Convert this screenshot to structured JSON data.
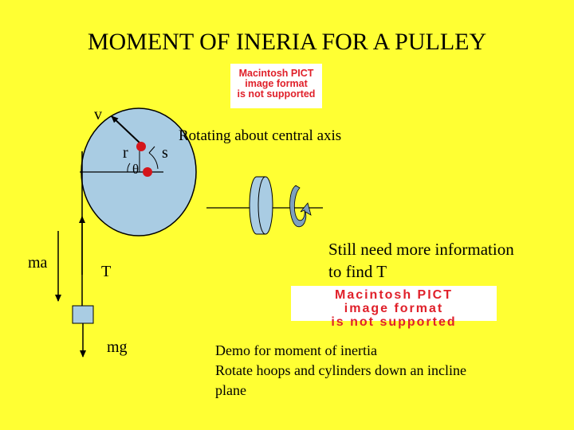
{
  "title": "MOMENT OF INERIA FOR A PULLEY",
  "image_placeholders": [
    {
      "lines": [
        "Macintosh PICT",
        "image format",
        "is not supported"
      ]
    },
    {
      "lines": [
        "Macintosh PICT",
        "image format",
        "is not supported"
      ]
    }
  ],
  "labels": {
    "v": "v",
    "r": "r",
    "theta": "θ",
    "s": "s",
    "ma": "ma",
    "T": "T",
    "mg": "mg"
  },
  "rotating_text": "Rotating about central axis",
  "info_text": [
    "Still need more information",
    "to find T"
  ],
  "demo_text": [
    "Demo for moment of inertia",
    "Rotate hoops and cylinders  down  an incline",
    "plane"
  ],
  "colors": {
    "background": "#FFFF33",
    "pulley": "#A9CCE3",
    "dot": "#D4151B",
    "block": "#A9CCE3",
    "axis_arrow": "#7EA0BE"
  }
}
